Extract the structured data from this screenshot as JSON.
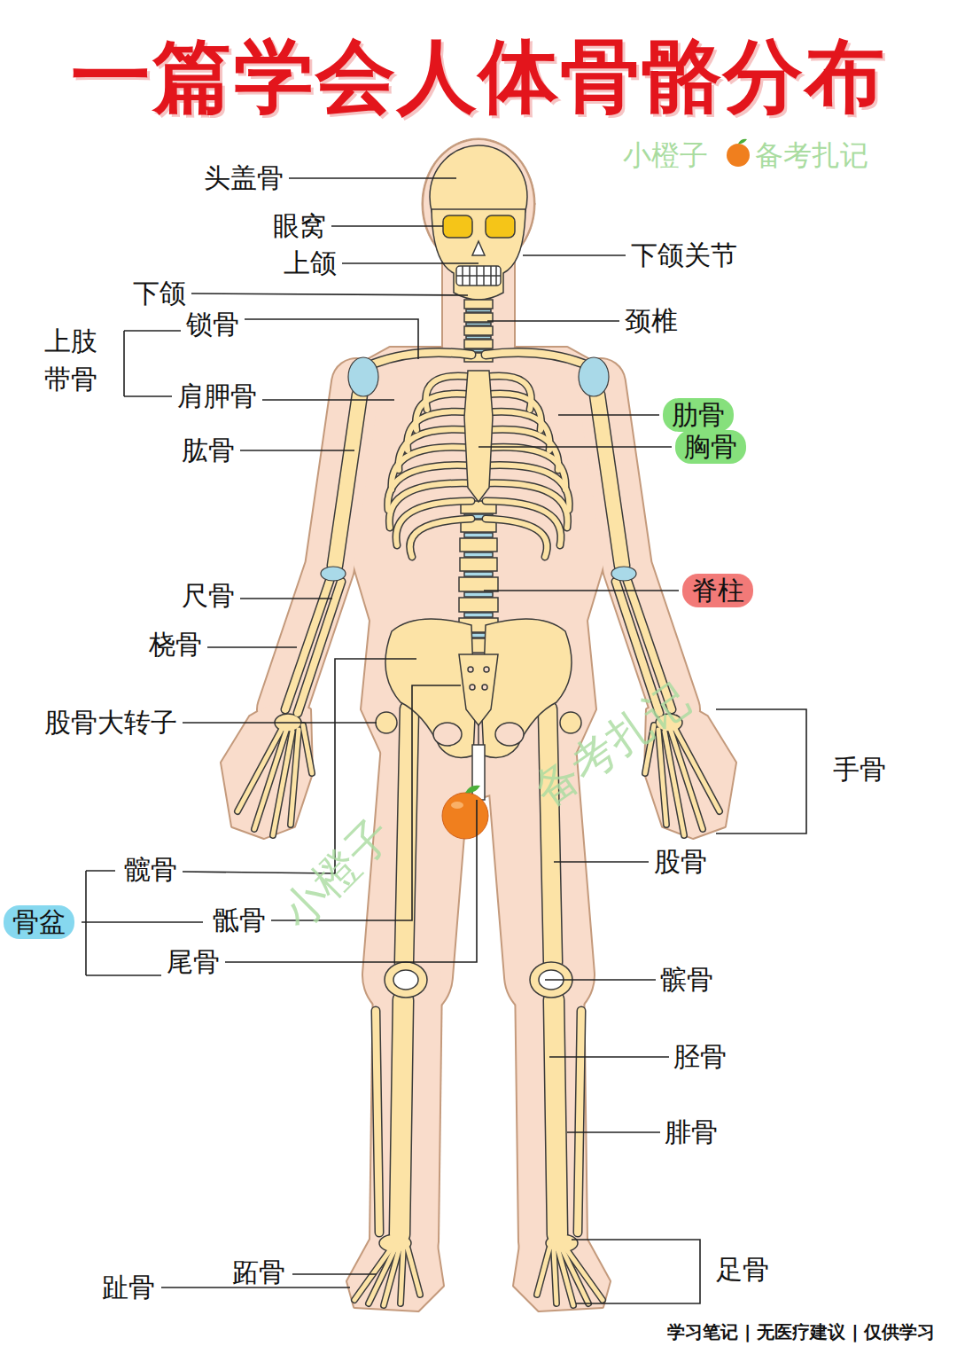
{
  "diagram": {
    "title": "一篇学会人体骨骼分布",
    "nodes": [
      {
        "text": [
          "肋骨"
        ]
      },
      {
        "text": [
          "胸骨"
        ]
      },
      {
        "text": [
          "脊柱"
        ]
      },
      {
        "text": [
          "骨盆"
        ]
      }
    ],
    "labels": [
      "小橙子",
      "备考扎记",
      "头盖骨",
      "眼窝",
      "下颌关节",
      "上颌",
      "下颌",
      "锁骨",
      "颈椎",
      "上肢 带骨",
      "肩胛骨",
      "肱骨",
      "尺骨",
      "桡骨",
      "股骨大转子",
      "手骨",
      "小橙子",
      "备考扎记",
      "股骨",
      "髋骨",
      "骶骨",
      "尾骨",
      "髌骨",
      "胫骨",
      "腓骨",
      "足骨",
      "跖骨",
      "趾骨",
      "学习笔记 | 无医疗建议 | 仅供学习"
    ]
  }
}
